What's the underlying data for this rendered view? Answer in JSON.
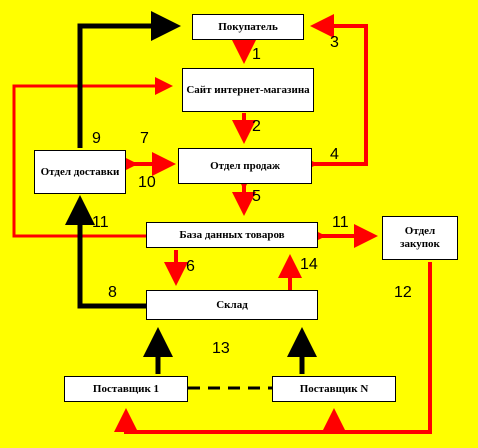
{
  "nodes": {
    "buyer": "Покупатель",
    "site": "Сайт интернет-магазина",
    "sales": "Отдел продаж",
    "delivery": "Отдел доставки",
    "database": "База данных товаров",
    "purchasing": "Отдел закупок",
    "warehouse": "Склад",
    "supplier1": "Поставщик 1",
    "supplierN": "Поставщик N"
  },
  "labels": {
    "l1": "1",
    "l2": "2",
    "l3": "3",
    "l4": "4",
    "l5": "5",
    "l6": "6",
    "l7": "7",
    "l8": "8",
    "l9": "9",
    "l10": "10",
    "l11a": "11",
    "l11b": "11",
    "l12": "12",
    "l13": "13",
    "l14": "14"
  },
  "colors": {
    "background": "#ffff00",
    "red_flow": "#ff0000",
    "black_flow": "#000000",
    "box_fill": "#ffffff"
  }
}
